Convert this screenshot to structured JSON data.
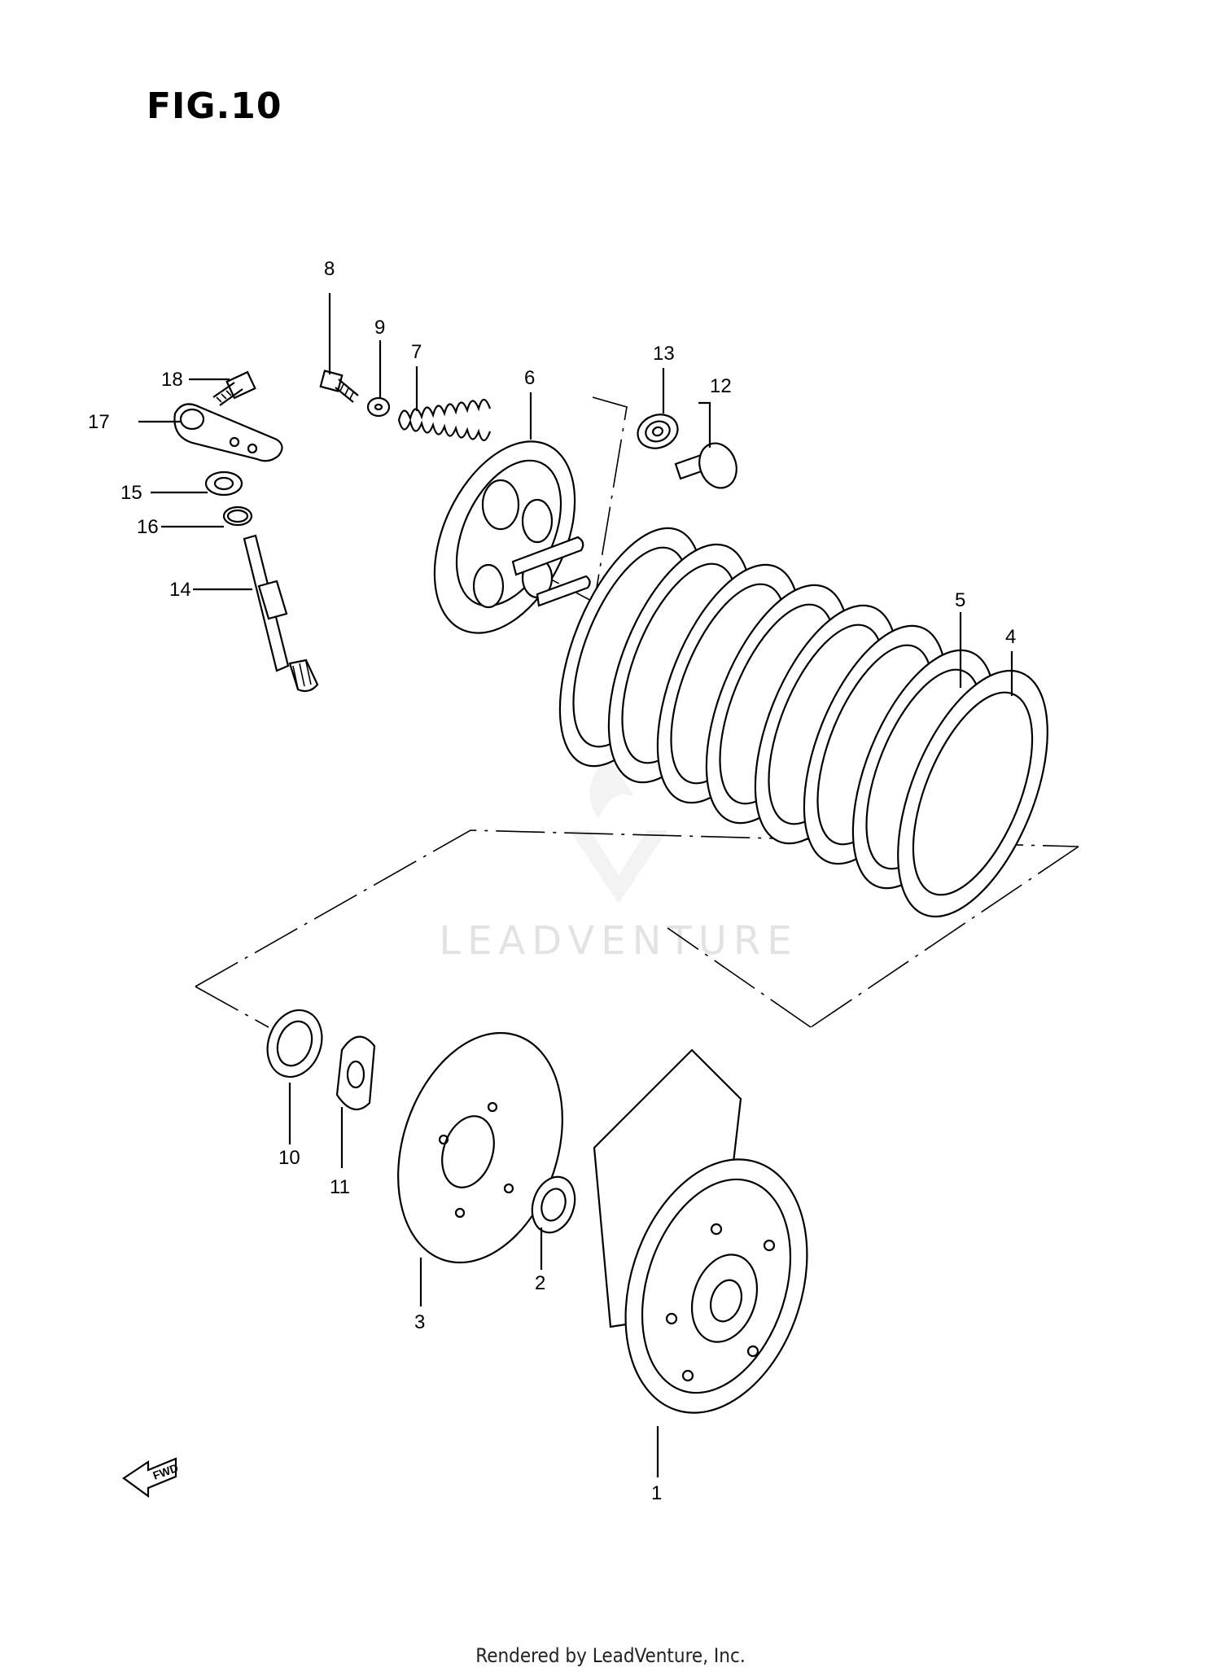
{
  "figure": {
    "title": "FIG.10",
    "watermark": "LEADVENTURE",
    "footer": "Rendered by LeadVenture, Inc.",
    "fwd_label": "FWD"
  },
  "callouts": [
    "1",
    "2",
    "3",
    "4",
    "5",
    "6",
    "7",
    "8",
    "9",
    "10",
    "11",
    "12",
    "13",
    "14",
    "15",
    "16",
    "17",
    "18"
  ]
}
